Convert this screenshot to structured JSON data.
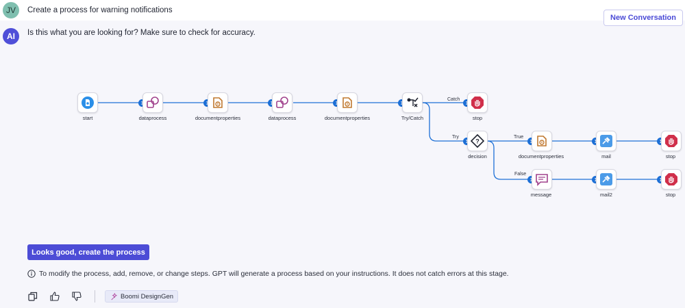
{
  "user": {
    "initials": "JV",
    "message": "Create a process for warning notifications"
  },
  "assistant": {
    "initials": "AI",
    "message": "Is this what you are looking for? Make sure to check for accuracy."
  },
  "header": {
    "new_conversation_label": "New Conversation"
  },
  "flow": {
    "nodes": [
      {
        "id": "start",
        "label": "start",
        "icon": "start-icon"
      },
      {
        "id": "dataprocess1",
        "label": "dataprocess",
        "icon": "dataprocess-icon"
      },
      {
        "id": "docprops1",
        "label": "documentproperties",
        "icon": "document-properties-icon"
      },
      {
        "id": "dataprocess2",
        "label": "dataprocess",
        "icon": "dataprocess-icon"
      },
      {
        "id": "docprops2",
        "label": "documentproperties",
        "icon": "document-properties-icon"
      },
      {
        "id": "trycatch",
        "label": "Try/Catch",
        "icon": "try-catch-icon"
      },
      {
        "id": "stop1",
        "label": "stop",
        "icon": "stop-hand-icon"
      },
      {
        "id": "decision",
        "label": "decision",
        "icon": "decision-icon"
      },
      {
        "id": "docprops3",
        "label": "documentproperties",
        "icon": "document-properties-icon"
      },
      {
        "id": "mail",
        "label": "mail",
        "icon": "mail-connector-icon"
      },
      {
        "id": "stop2",
        "label": "stop",
        "icon": "stop-hand-icon"
      },
      {
        "id": "message",
        "label": "message",
        "icon": "message-icon"
      },
      {
        "id": "mail2",
        "label": "mail2",
        "icon": "mail-connector-icon"
      },
      {
        "id": "stop3",
        "label": "stop",
        "icon": "stop-hand-icon"
      }
    ],
    "edge_labels": {
      "catch": "Catch",
      "try": "Try",
      "true": "True",
      "false": "False"
    }
  },
  "primary_action": {
    "label": "Looks good, create the process"
  },
  "info": {
    "text": "To modify the process, add, remove, or change steps. GPT will generate a process based on your instructions. It does not catch errors at this stage."
  },
  "footer": {
    "badge_label": "Boomi DesignGen"
  },
  "colors": {
    "accent": "#4c4cd6",
    "connector": "#1c6fd6",
    "stop": "#d02f4a",
    "docprops": "#c0782f",
    "dataprocess": "#a0418c",
    "mail": "#4b9be8"
  }
}
